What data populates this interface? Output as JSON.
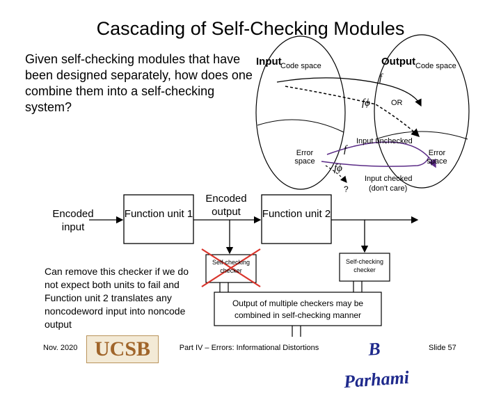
{
  "title": "Cascading of Self-Checking Modules",
  "intro": "Given self-checking modules that have been designed separately, how does one combine them into a self-checking system?",
  "diagram": {
    "input_label": "Input",
    "input_code_space": "Code space",
    "output_label": "Output",
    "output_code_space": "Code space",
    "f_top": "f",
    "f_phi_top": "fϕ",
    "or_label": "OR",
    "input_unchecked": "Input unchecked",
    "error_space_left": "Error space",
    "error_space_right": "Error space",
    "f_mid": "f",
    "f_phi_mid": "fϕ",
    "question": "?",
    "input_checked": "Input checked",
    "dont_care": "(don't care)"
  },
  "pipeline": {
    "encoded_input": "Encoded input",
    "function_unit_1": "Function unit 1",
    "encoded_output": "Encoded output",
    "function_unit_2": "Function unit 2",
    "checker_1": "Self-checking checker",
    "checker_2": "Self-checking checker",
    "combine_note": "Output of multiple checkers may be combined in self-checking manner",
    "remove_note": "Can remove this checker if we do not expect both units to fail and Function unit 2 translates any noncodeword input into noncode output"
  },
  "footer": {
    "date": "Nov. 2020",
    "logo_ucsb": "UCSB",
    "center": "Part IV – Errors: Informational Distortions",
    "logo_author": "B Parhami",
    "slide": "Slide 57"
  },
  "colors": {
    "arrow_purple": "#5a2a86",
    "cross_red": "#d9342b",
    "ucsb_brown": "#a0652a",
    "author_blue": "#1f2a8c"
  }
}
